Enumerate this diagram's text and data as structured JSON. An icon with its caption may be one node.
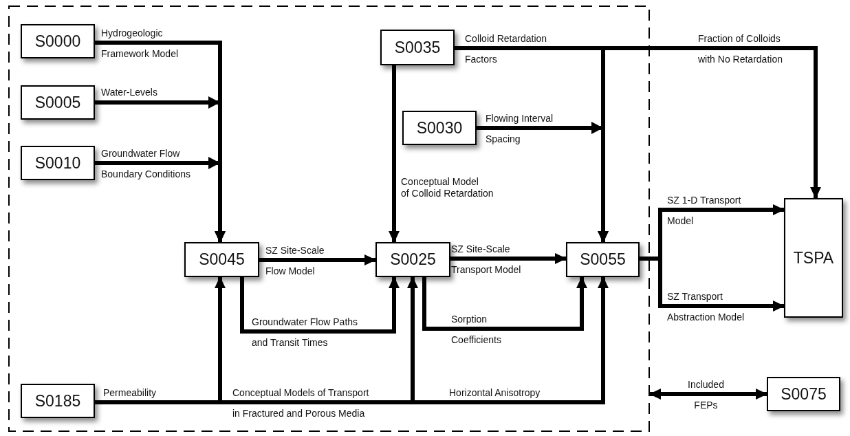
{
  "diagram": {
    "nodes": [
      {
        "text": [],
        "shape": "box"
      },
      {
        "text": [
          "S0000"
        ],
        "in": 0
      },
      {
        "text": [
          "S0005"
        ],
        "in": 0
      },
      {
        "text": [
          "S0010"
        ],
        "in": 0
      },
      {
        "text": [
          "S0035"
        ],
        "in": 0
      },
      {
        "text": [
          "S0030"
        ],
        "in": 0
      },
      {
        "text": [
          "S0045"
        ],
        "in": 0
      },
      {
        "text": [
          "S0025"
        ],
        "in": 0
      },
      {
        "text": [
          "S0055"
        ],
        "in": 0
      },
      {
        "text": [
          "S0185"
        ],
        "in": 0
      },
      {
        "text": [
          "TSPA"
        ]
      },
      {
        "text": [
          "S0075"
        ]
      }
    ],
    "edges": [
      {
        "from": 1,
        "to": 6,
        "arrow": "to",
        "label": "Hydrogeologic Framework Model"
      },
      {
        "from": 2,
        "to": 6,
        "arrow": "to",
        "label": "Water-Levels"
      },
      {
        "from": 3,
        "to": 6,
        "arrow": "to",
        "label": "Groundwater Flow Boundary Conditions"
      },
      {
        "from": 4,
        "to": 8,
        "arrow": "to",
        "label": "Colloid Retardation Factors"
      },
      {
        "from": 4,
        "to": 10,
        "arrow": "to",
        "label": "Fraction of Colloids with No Retardation"
      },
      {
        "from": 5,
        "to": 8,
        "arrow": "to",
        "label": "Flowing Interval Spacing"
      },
      {
        "from": 4,
        "to": 7,
        "arrow": "to",
        "label": "Conceptual Model of Colloid Retardation"
      },
      {
        "from": 6,
        "to": 7,
        "arrow": "to",
        "label": "SZ Site-Scale Flow Model"
      },
      {
        "from": 6,
        "to": 7,
        "arrow": "to",
        "label": "Groundwater Flow Paths and Transit Times"
      },
      {
        "from": 7,
        "to": 8,
        "arrow": "to",
        "label": "SZ Site-Scale Transport Model"
      },
      {
        "from": 7,
        "to": 8,
        "arrow": "to",
        "label": "Sorption Coefficients"
      },
      {
        "from": 9,
        "to": 6,
        "arrow": "to",
        "label": "Permeability"
      },
      {
        "from": 9,
        "to": 7,
        "arrow": "to",
        "label": "Conceptual Models of Transport in Fractured and Porous Media"
      },
      {
        "from": 9,
        "to": 8,
        "arrow": "to",
        "label": "Horizontal Anisotropy"
      },
      {
        "from": 8,
        "to": 10,
        "arrow": "to",
        "label": "SZ 1-D Transport Model"
      },
      {
        "from": 8,
        "to": 10,
        "arrow": "to",
        "label": "SZ Transport Abstraction Model"
      },
      {
        "from": 0,
        "to": 11,
        "arrow": "both",
        "label": "Included FEPs"
      }
    ]
  }
}
